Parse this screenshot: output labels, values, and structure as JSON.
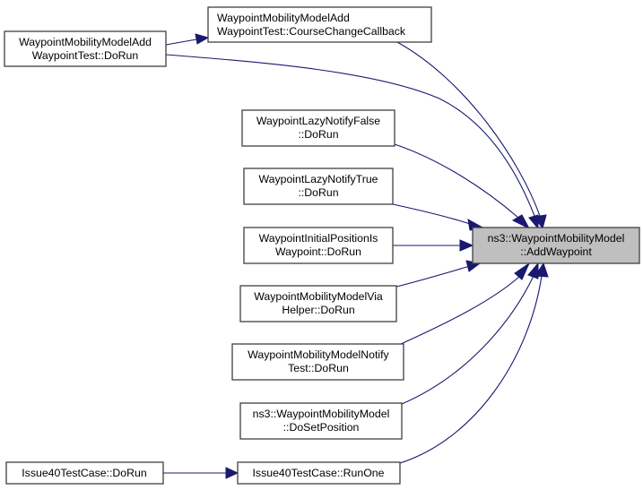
{
  "diagram": {
    "type": "call-graph",
    "colors": {
      "edge": "#191970",
      "node_border": "#404040",
      "node_fill": "#ffffff",
      "target_fill": "#bfbfbf"
    },
    "nodes": [
      {
        "id": "target",
        "lines": [
          "ns3::WaypointMobilityModel",
          "::AddWaypoint"
        ],
        "highlighted": true
      },
      {
        "id": "add_waypoint_test_dorun",
        "lines": [
          "WaypointMobilityModelAdd",
          "WaypointTest::DoRun"
        ]
      },
      {
        "id": "course_change_callback",
        "lines": [
          "WaypointMobilityModelAdd",
          "WaypointTest::CourseChangeCallback"
        ]
      },
      {
        "id": "lazy_notify_false",
        "lines": [
          "WaypointLazyNotifyFalse",
          "::DoRun"
        ]
      },
      {
        "id": "lazy_notify_true",
        "lines": [
          "WaypointLazyNotifyTrue",
          "::DoRun"
        ]
      },
      {
        "id": "initial_position",
        "lines": [
          "WaypointInitialPositionIs",
          "Waypoint::DoRun"
        ]
      },
      {
        "id": "via_helper",
        "lines": [
          "WaypointMobilityModelVia",
          "Helper::DoRun"
        ]
      },
      {
        "id": "notify_test",
        "lines": [
          "WaypointMobilityModelNotify",
          "Test::DoRun"
        ]
      },
      {
        "id": "do_set_position",
        "lines": [
          "ns3::WaypointMobilityModel",
          "::DoSetPosition"
        ]
      },
      {
        "id": "run_one",
        "lines": [
          "Issue40TestCase::RunOne"
        ]
      },
      {
        "id": "issue40_dorun",
        "lines": [
          "Issue40TestCase::DoRun"
        ]
      }
    ],
    "edges": [
      {
        "from": "add_waypoint_test_dorun",
        "to": "course_change_callback"
      },
      {
        "from": "add_waypoint_test_dorun",
        "to": "target"
      },
      {
        "from": "course_change_callback",
        "to": "target"
      },
      {
        "from": "lazy_notify_false",
        "to": "target"
      },
      {
        "from": "lazy_notify_true",
        "to": "target"
      },
      {
        "from": "initial_position",
        "to": "target"
      },
      {
        "from": "via_helper",
        "to": "target"
      },
      {
        "from": "notify_test",
        "to": "target"
      },
      {
        "from": "do_set_position",
        "to": "target"
      },
      {
        "from": "run_one",
        "to": "target"
      },
      {
        "from": "issue40_dorun",
        "to": "run_one"
      }
    ]
  }
}
